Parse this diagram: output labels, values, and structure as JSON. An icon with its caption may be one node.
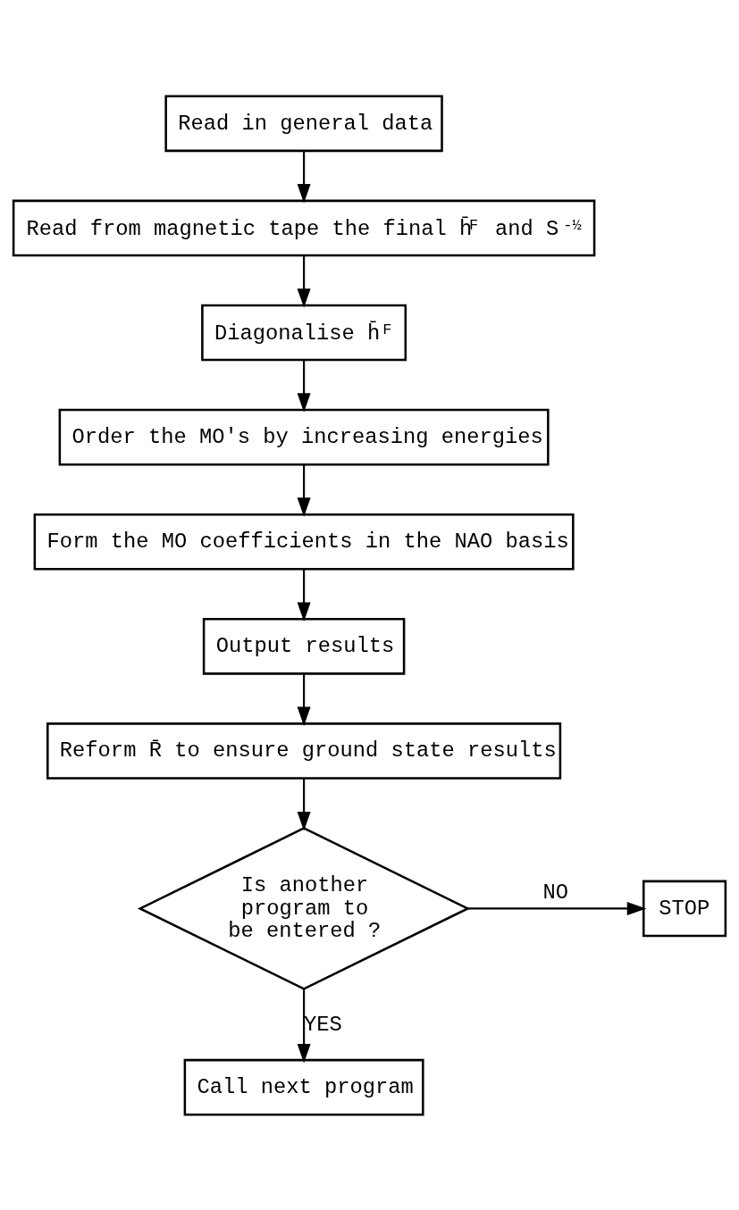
{
  "diagram": {
    "nodes": [
      {
        "text": [
          "Read in general data"
        ]
      },
      {
        "text": [
          "Read from magnetic tape the final h̄$^{F}$ and S$^{-½}$"
        ]
      },
      {
        "text": [
          "Diagonalise h̄$^{F}$"
        ]
      },
      {
        "text": [
          "Order the MO's by increasing energies"
        ]
      },
      {
        "text": [
          "Form the MO coefficients in the NAO basis"
        ]
      },
      {
        "text": [
          "Output results"
        ]
      },
      {
        "text": [
          "Reform R̄ to ensure ground state results"
        ]
      },
      {
        "text": [
          "Is another program to be entered ?"
        ]
      },
      {
        "text": [
          "STOP"
        ]
      },
      {
        "text": [
          "Call next program"
        ]
      }
    ],
    "edges": [
      {
        "from": 0,
        "to": 1,
        "arrow": "to"
      },
      {
        "from": 1,
        "to": 2,
        "arrow": "to"
      },
      {
        "from": 2,
        "to": 3,
        "arrow": "to"
      },
      {
        "from": 3,
        "to": 4,
        "arrow": "to"
      },
      {
        "from": 4,
        "to": 5,
        "arrow": "to"
      },
      {
        "from": 5,
        "to": 6,
        "arrow": "to"
      },
      {
        "from": 6,
        "to": 7,
        "arrow": "to"
      },
      {
        "from": 7,
        "to": 8,
        "arrow": "to",
        "label": "NO"
      },
      {
        "from": 7,
        "to": 9,
        "arrow": "to",
        "label": "YES"
      }
    ]
  }
}
